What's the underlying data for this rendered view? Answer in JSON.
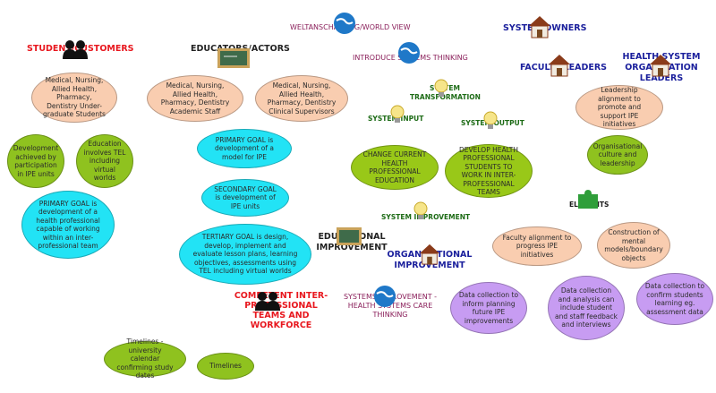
{
  "headings": {
    "students": "STUDENT/CUSTOMERS",
    "educators": "EDUCATORS/ACTORS",
    "weltanschauung": "WELTANSCHAUUNG/WORLD VIEW",
    "introduce": "INTRODUCE SYSTEMS THINKING",
    "system_owners": "SYSTEM OWNERS",
    "faculty_leaders": "FACULTY LEADERS",
    "health_leaders": "HEALTH SYSTEM ORGANISATION LEADERS",
    "system_transformation": "SYSTEM TRANSFORMATION",
    "system_input": "SYSTEM INPUT",
    "system_output": "SYSTEM OUTPUT",
    "system_improvement": "SYSTEM IMPROVEMENT",
    "elements": "ELEMENTS",
    "educational_improvement": "EDUCATIONAL IMPROVEMENT",
    "organisational_improvement": "ORGANISATIONAL IMPROVEMENT",
    "competent_teams": "COMPETENT INTER-PROFESSIONAL TEAMS AND WORKFORCE",
    "systems_improvement": "SYSTEMS IMPROVEMENT - HEALTH SYSTEMS CARE THINKING"
  },
  "nodes": {
    "students_group": "Medical, Nursing, Allied Health, Pharmacy, Dentistry Under-graduate Students",
    "dev_participation": "Development achieved by participation in IPE units",
    "education_tel": "Education involves TEL including virtual worlds",
    "primary_goal_students": "PRIMARY GOAL is development of a health professional capable of working within an inter-professional team",
    "academic_staff": "Medical, Nursing, Allied Health, Pharmacy, Dentistry Academic Staff",
    "clinical_supervisors": "Medical, Nursing, Allied Health, Pharmacy, Dentistry Clinical Supervisors",
    "primary_goal_model": "PRIMARY GOAL is development of a model for IPE",
    "secondary_goal": "SECONDARY GOAL is development of IPE units",
    "tertiary_goal": "TERTIARY GOAL is design, develop, implement and evaluate lesson plans, learning objectives, assessments using TEL including virtual worlds",
    "change_education": "CHANGE CURRENT HEALTH PROFESSIONAL EDUCATION",
    "develop_students": "DEVELOP HEALTH PROFESSIONAL STUDENTS TO WORK IN INTER-PROFESSIONAL TEAMS",
    "leadership_alignment": "Leadership alignment to promote and support IPE initiatives",
    "org_culture": "Organisational culture and leadership",
    "faculty_alignment": "Faculty alignment to progress IPE initiatives",
    "mental_models": "Construction of mental models/boundary objects",
    "data_future": "Data collection to inform planning future IPE improvements",
    "data_analysis": "Data collection and analysis can include student and staff feedback and interviews",
    "data_confirm": "Data collection to confirm students learning eg. assessment data",
    "timelines_calendar": "Timelines - university calendar confirming study dates",
    "timelines": "Timelines"
  },
  "colors": {
    "peach": "#f9cdb0",
    "green": "#8fc21f",
    "cyan": "#22e3f5",
    "purple": "#c79cf2",
    "red_heading": "#e8171e",
    "navy_heading": "#1a1f9c",
    "maroon_heading": "#8a1f5a",
    "green_label": "#1d6b16"
  },
  "icons": [
    "people-icon",
    "chalkboard-icon",
    "globe-icon",
    "house-icon",
    "lightbulb-icon",
    "puzzle-piece-icon"
  ]
}
